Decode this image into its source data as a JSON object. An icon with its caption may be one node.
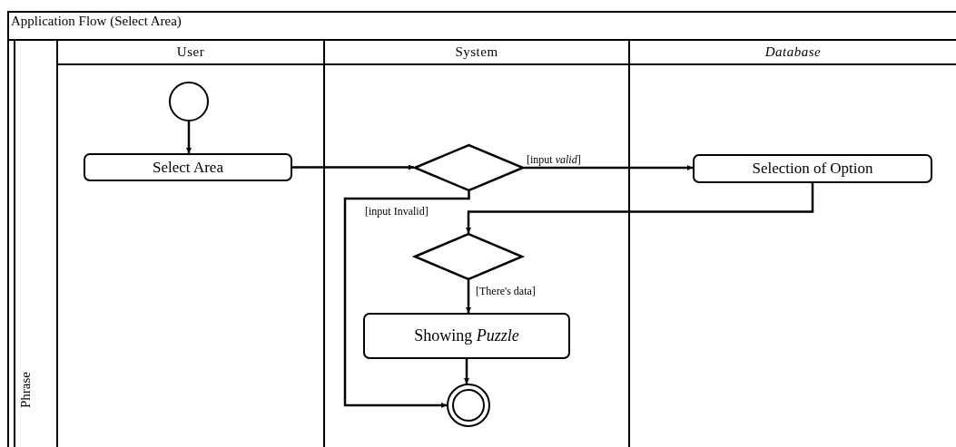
{
  "diagram": {
    "title": "Application Flow (Select Area)",
    "nodes": [
      {
        "text": [
          "User"
        ]
      },
      {
        "text": [
          "System"
        ]
      },
      {
        "text": [
          "Database"
        ]
      },
      {
        "text": [],
        "shape": "circle",
        "in": 0
      },
      {
        "text": [
          "Select Area"
        ],
        "in": 0
      },
      {
        "text": [],
        "shape": "diamond",
        "in": 1
      },
      {
        "text": [
          "Selection of Option"
        ],
        "in": 2
      },
      {
        "text": [],
        "shape": "diamond",
        "in": 1
      },
      {
        "text": [
          "Showing *Puzzle*"
        ],
        "in": 1
      },
      {
        "text": [],
        "shape": "circle",
        "in": 1
      }
    ],
    "edges": [
      {
        "from": 3,
        "to": 4,
        "arrow": "to"
      },
      {
        "from": 4,
        "to": 5,
        "arrow": "to"
      },
      {
        "from": 5,
        "to": 6,
        "arrow": "to",
        "label": "[input *valid*]"
      },
      {
        "from": 5,
        "to": 9,
        "arrow": "to",
        "label": "[input Invalid]"
      },
      {
        "from": 6,
        "to": 7,
        "arrow": "to"
      },
      {
        "from": 7,
        "to": 8,
        "arrow": "to",
        "label": "[There's data]"
      },
      {
        "from": 8,
        "to": 9,
        "arrow": "to"
      }
    ],
    "labels": [
      "Phrase"
    ]
  }
}
